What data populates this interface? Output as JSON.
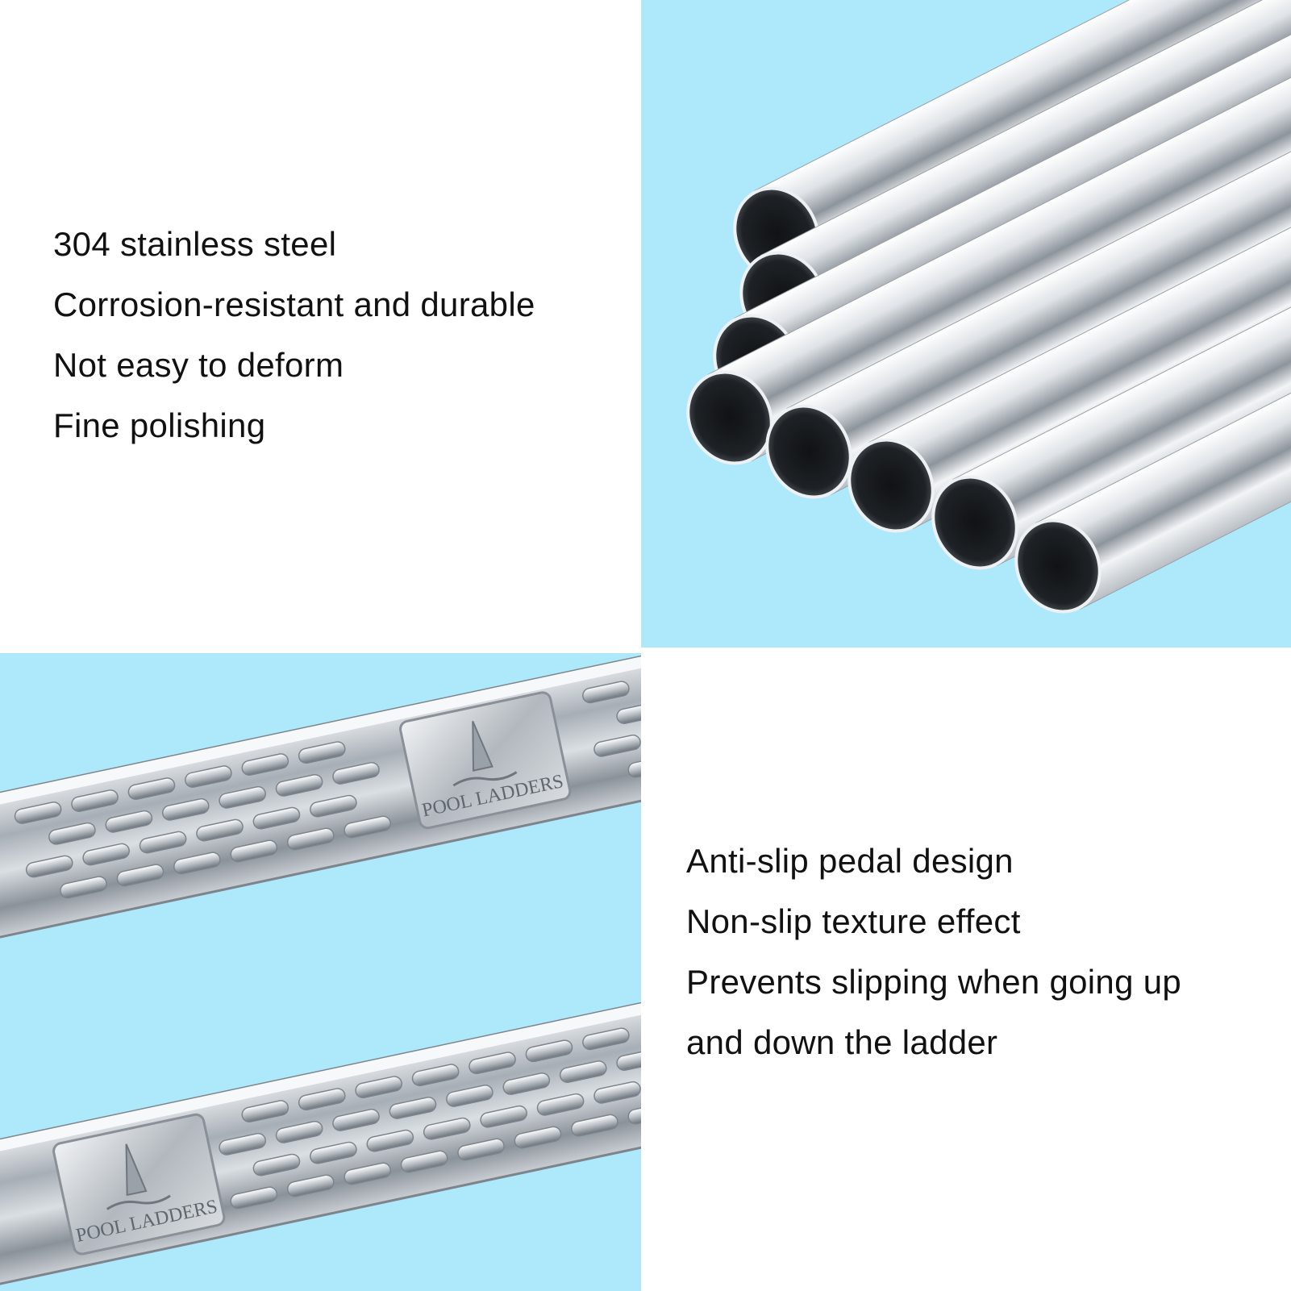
{
  "top_features": [
    "304 stainless steel",
    "Corrosion-resistant and durable",
    "Not easy to deform",
    "Fine polishing"
  ],
  "bottom_features": [
    "Anti-slip pedal design",
    "Non-slip texture effect",
    "Prevents slipping when going up",
    "and down the ladder"
  ],
  "step_brand_text": "POOL LADDERS",
  "colors": {
    "panel_blue": "#aee8fb",
    "text": "#111111",
    "steel_light": "#f4f6f8",
    "steel_dark": "#6b7177"
  }
}
